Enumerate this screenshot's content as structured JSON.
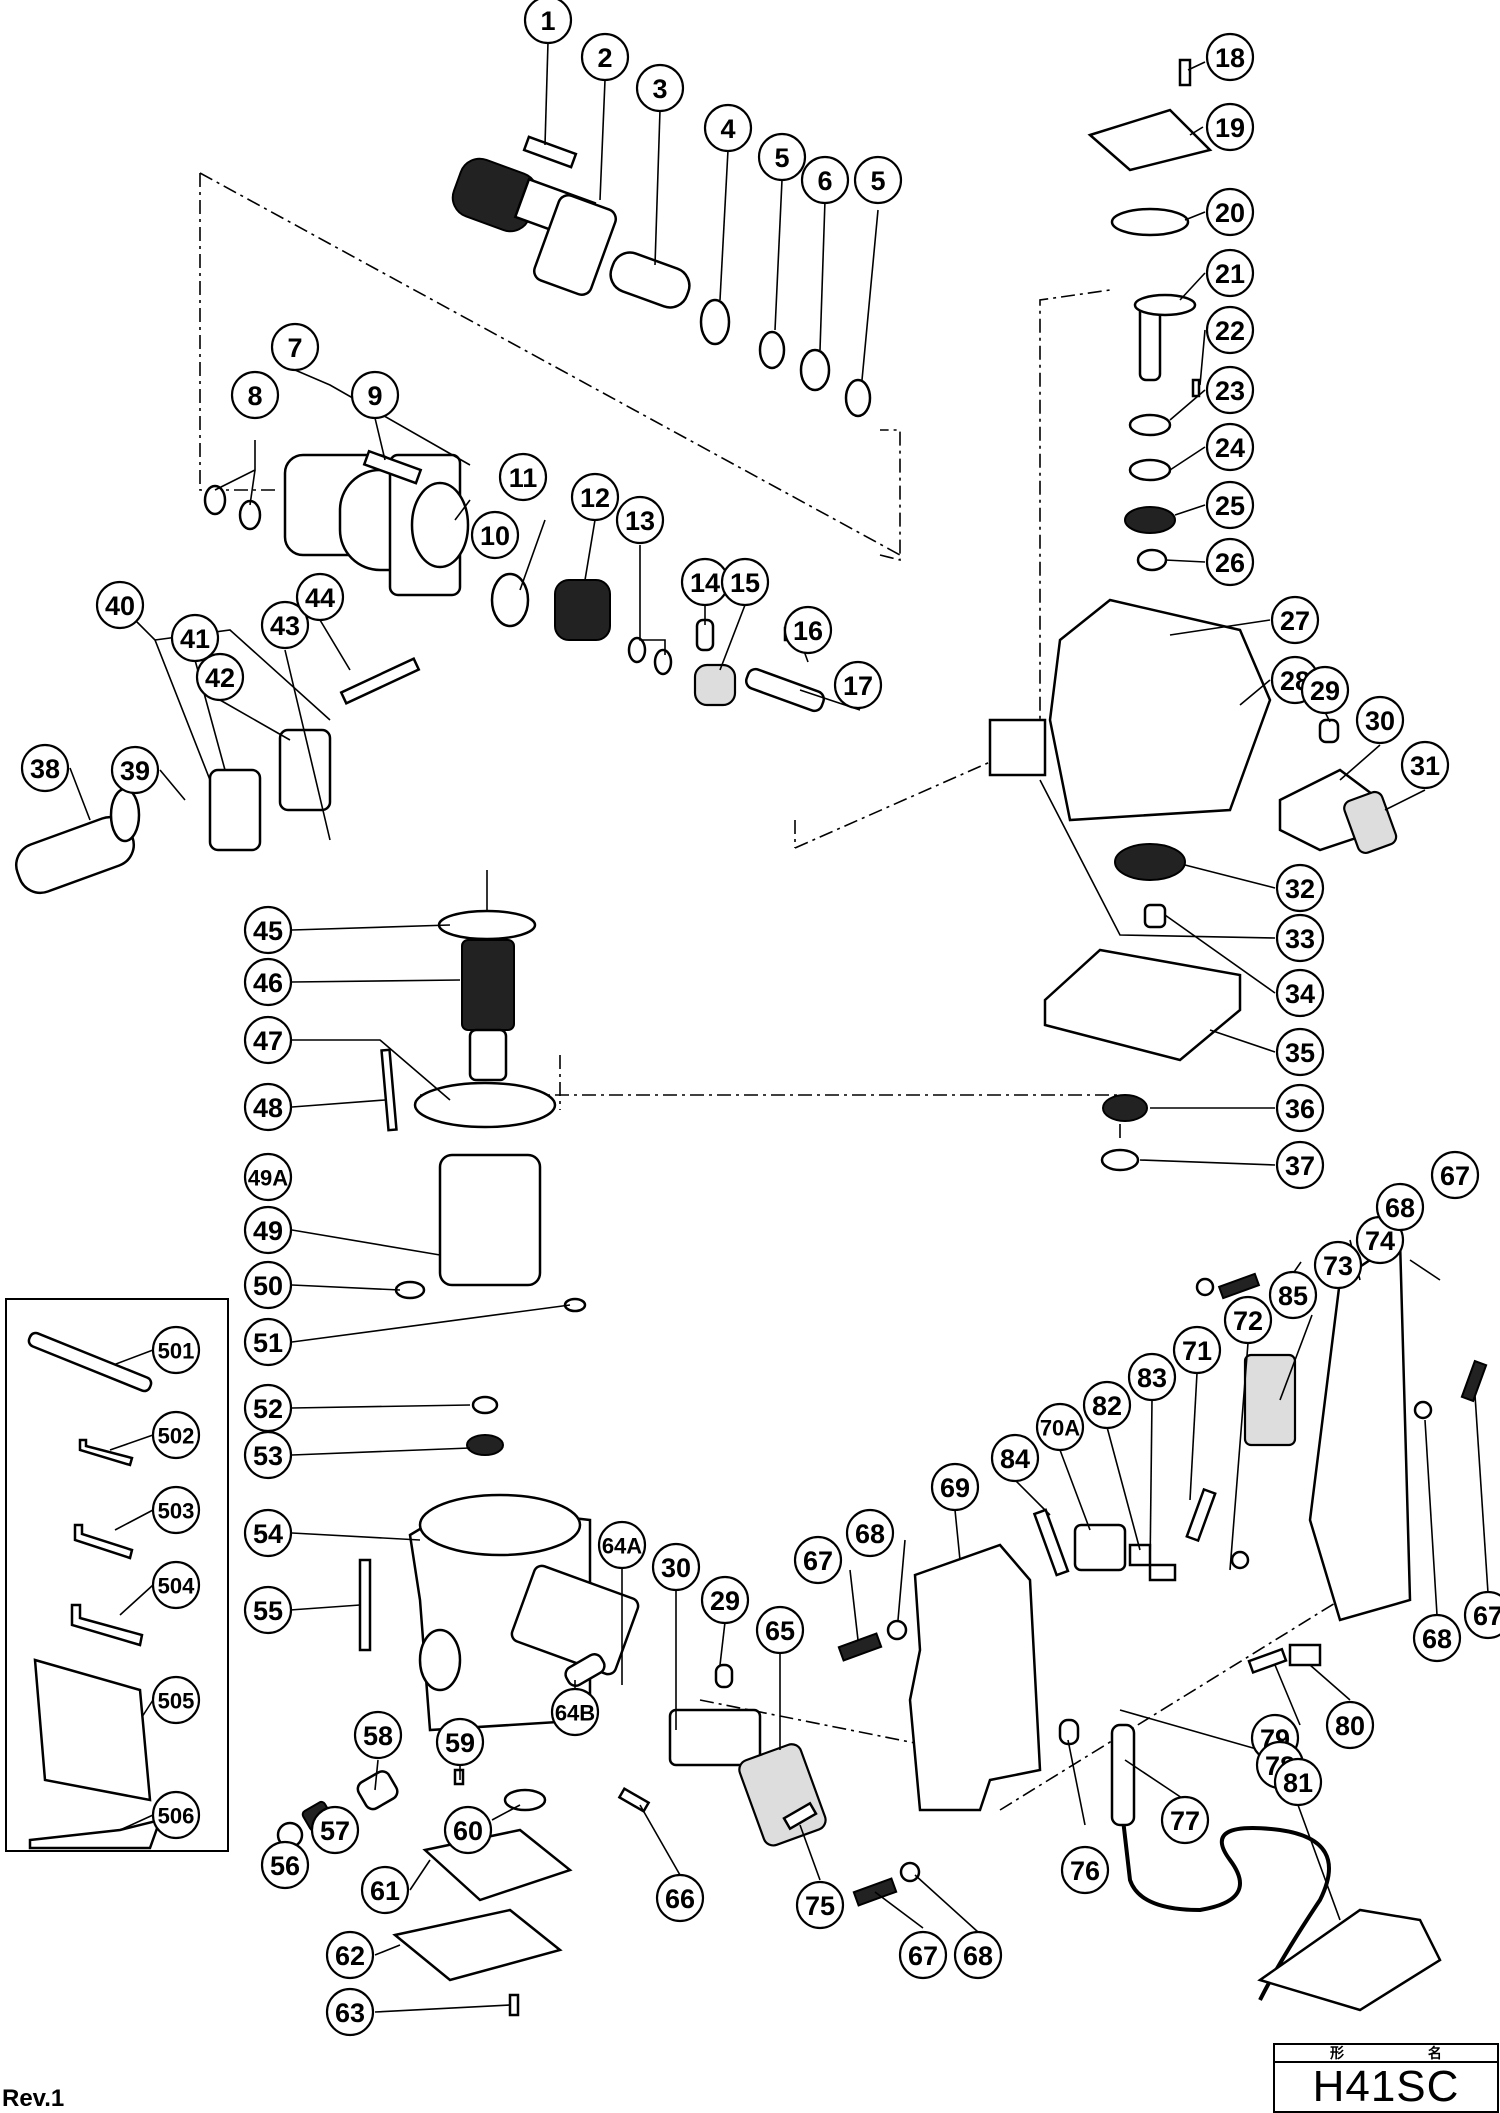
{
  "document": {
    "type": "exploded parts diagram",
    "model_header": "形 名",
    "model": "H41SC",
    "revision": "Rev.1"
  },
  "callouts": [
    {
      "id": "1",
      "label": "1"
    },
    {
      "id": "2",
      "label": "2"
    },
    {
      "id": "3",
      "label": "3"
    },
    {
      "id": "4",
      "label": "4"
    },
    {
      "id": "5a",
      "label": "5"
    },
    {
      "id": "6",
      "label": "6"
    },
    {
      "id": "5b",
      "label": "5"
    },
    {
      "id": "7",
      "label": "7"
    },
    {
      "id": "8",
      "label": "8"
    },
    {
      "id": "9",
      "label": "9"
    },
    {
      "id": "10",
      "label": "10"
    },
    {
      "id": "11",
      "label": "11"
    },
    {
      "id": "12",
      "label": "12"
    },
    {
      "id": "13",
      "label": "13"
    },
    {
      "id": "14",
      "label": "14"
    },
    {
      "id": "15",
      "label": "15"
    },
    {
      "id": "16",
      "label": "16"
    },
    {
      "id": "17",
      "label": "17"
    },
    {
      "id": "18",
      "label": "18"
    },
    {
      "id": "19",
      "label": "19"
    },
    {
      "id": "20",
      "label": "20"
    },
    {
      "id": "21",
      "label": "21"
    },
    {
      "id": "22",
      "label": "22"
    },
    {
      "id": "23",
      "label": "23"
    },
    {
      "id": "24",
      "label": "24"
    },
    {
      "id": "25",
      "label": "25"
    },
    {
      "id": "26",
      "label": "26"
    },
    {
      "id": "27",
      "label": "27"
    },
    {
      "id": "28",
      "label": "28"
    },
    {
      "id": "29a",
      "label": "29"
    },
    {
      "id": "30a",
      "label": "30"
    },
    {
      "id": "31",
      "label": "31"
    },
    {
      "id": "32",
      "label": "32"
    },
    {
      "id": "33",
      "label": "33"
    },
    {
      "id": "34",
      "label": "34"
    },
    {
      "id": "35",
      "label": "35"
    },
    {
      "id": "36",
      "label": "36"
    },
    {
      "id": "37",
      "label": "37"
    },
    {
      "id": "38",
      "label": "38"
    },
    {
      "id": "39",
      "label": "39"
    },
    {
      "id": "40",
      "label": "40"
    },
    {
      "id": "41",
      "label": "41"
    },
    {
      "id": "42",
      "label": "42"
    },
    {
      "id": "43",
      "label": "43"
    },
    {
      "id": "44",
      "label": "44"
    },
    {
      "id": "45",
      "label": "45"
    },
    {
      "id": "46",
      "label": "46"
    },
    {
      "id": "47",
      "label": "47"
    },
    {
      "id": "48",
      "label": "48"
    },
    {
      "id": "49A",
      "label": "49A"
    },
    {
      "id": "49",
      "label": "49"
    },
    {
      "id": "50",
      "label": "50"
    },
    {
      "id": "51",
      "label": "51"
    },
    {
      "id": "52",
      "label": "52"
    },
    {
      "id": "53",
      "label": "53"
    },
    {
      "id": "54",
      "label": "54"
    },
    {
      "id": "55",
      "label": "55"
    },
    {
      "id": "56",
      "label": "56"
    },
    {
      "id": "57",
      "label": "57"
    },
    {
      "id": "58",
      "label": "58"
    },
    {
      "id": "59",
      "label": "59"
    },
    {
      "id": "60",
      "label": "60"
    },
    {
      "id": "61",
      "label": "61"
    },
    {
      "id": "62",
      "label": "62"
    },
    {
      "id": "63",
      "label": "63"
    },
    {
      "id": "64A",
      "label": "64A"
    },
    {
      "id": "64B",
      "label": "64B"
    },
    {
      "id": "30b",
      "label": "30"
    },
    {
      "id": "29b",
      "label": "29"
    },
    {
      "id": "65",
      "label": "65"
    },
    {
      "id": "66",
      "label": "66"
    },
    {
      "id": "67a",
      "label": "67"
    },
    {
      "id": "68a",
      "label": "68"
    },
    {
      "id": "69",
      "label": "69"
    },
    {
      "id": "84",
      "label": "84"
    },
    {
      "id": "70A",
      "label": "70A"
    },
    {
      "id": "82",
      "label": "82"
    },
    {
      "id": "83",
      "label": "83"
    },
    {
      "id": "71",
      "label": "71"
    },
    {
      "id": "72",
      "label": "72"
    },
    {
      "id": "85",
      "label": "85"
    },
    {
      "id": "73",
      "label": "73"
    },
    {
      "id": "74",
      "label": "74"
    },
    {
      "id": "68b",
      "label": "68"
    },
    {
      "id": "67b",
      "label": "67"
    },
    {
      "id": "68c",
      "label": "68"
    },
    {
      "id": "67c",
      "label": "67"
    },
    {
      "id": "79",
      "label": "79"
    },
    {
      "id": "80",
      "label": "80"
    },
    {
      "id": "78",
      "label": "78"
    },
    {
      "id": "77",
      "label": "77"
    },
    {
      "id": "76",
      "label": "76"
    },
    {
      "id": "81",
      "label": "81"
    },
    {
      "id": "75",
      "label": "75"
    },
    {
      "id": "67d",
      "label": "67"
    },
    {
      "id": "68d",
      "label": "68"
    },
    {
      "id": "501",
      "label": "501"
    },
    {
      "id": "502",
      "label": "502"
    },
    {
      "id": "503",
      "label": "503"
    },
    {
      "id": "504",
      "label": "504"
    },
    {
      "id": "505",
      "label": "505"
    },
    {
      "id": "506",
      "label": "506"
    }
  ]
}
